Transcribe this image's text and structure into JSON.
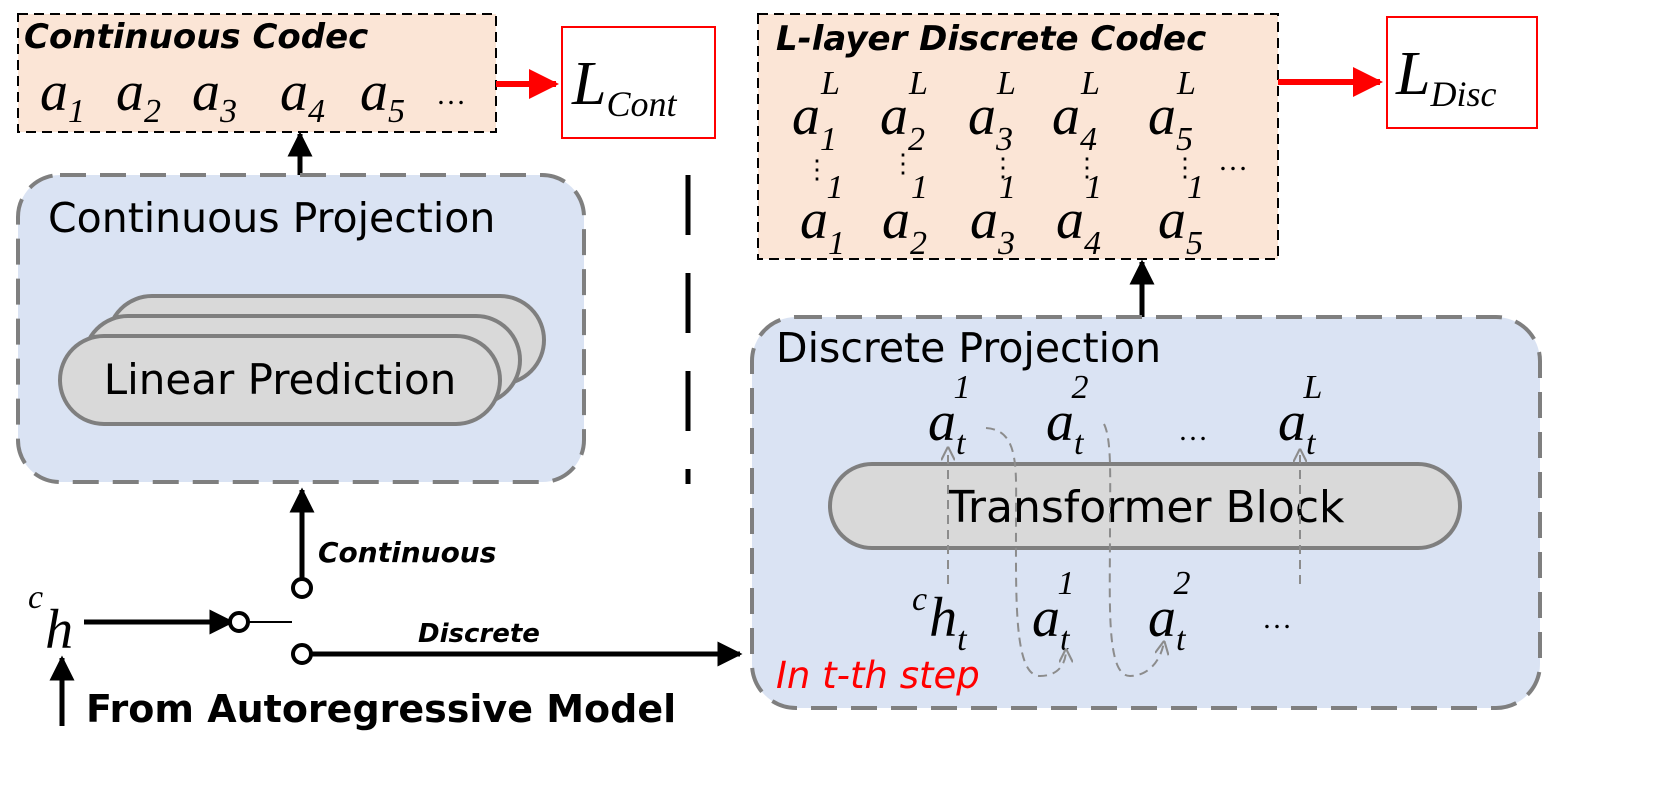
{
  "continuous_codec": {
    "title": "Continuous Codec",
    "tokens": [
      {
        "base": "a",
        "sub": "1"
      },
      {
        "base": "a",
        "sub": "2"
      },
      {
        "base": "a",
        "sub": "3"
      },
      {
        "base": "a",
        "sub": "4"
      },
      {
        "base": "a",
        "sub": "5"
      }
    ],
    "ellipsis": "…"
  },
  "loss_cont": {
    "base": "L",
    "sub": "Cont"
  },
  "discrete_codec": {
    "title": "L-layer Discrete Codec",
    "top_row": [
      {
        "base": "a",
        "sub": "1",
        "sup": "L"
      },
      {
        "base": "a",
        "sub": "2",
        "sup": "L"
      },
      {
        "base": "a",
        "sub": "3",
        "sup": "L"
      },
      {
        "base": "a",
        "sub": "4",
        "sup": "L"
      },
      {
        "base": "a",
        "sub": "5",
        "sup": "L"
      }
    ],
    "bottom_row": [
      {
        "base": "a",
        "sub": "1",
        "sup": "1"
      },
      {
        "base": "a",
        "sub": "2",
        "sup": "1"
      },
      {
        "base": "a",
        "sub": "3",
        "sup": "1"
      },
      {
        "base": "a",
        "sub": "4",
        "sup": "1"
      },
      {
        "base": "a",
        "sub": "5",
        "sup": "1"
      }
    ],
    "vdots": "⋮",
    "ellipsis": "…"
  },
  "loss_disc": {
    "base": "L",
    "sub": "Disc"
  },
  "continuous_projection": {
    "title": "Continuous Projection",
    "block": "Linear Prediction"
  },
  "discrete_projection": {
    "title": "Discrete Projection",
    "outputs": [
      {
        "base": "a",
        "sub": "t",
        "sup": "1"
      },
      {
        "base": "a",
        "sub": "t",
        "sup": "2"
      },
      {
        "base": "…"
      },
      {
        "base": "a",
        "sub": "t",
        "sup": "L"
      }
    ],
    "block": "Transformer Block",
    "inputs": [
      {
        "base": "h",
        "sub": "t",
        "presup": "c"
      },
      {
        "base": "a",
        "sub": "t",
        "sup": "1"
      },
      {
        "base": "a",
        "sub": "t",
        "sup": "2"
      },
      {
        "base": "…"
      }
    ],
    "step_note": "In t-th step"
  },
  "switch": {
    "input": {
      "base": "h",
      "presup": "c"
    },
    "continuous_label": "Continuous",
    "discrete_label": "Discrete"
  },
  "source_label": "From Autoregressive Model",
  "colors": {
    "codec_fill": "#fbe5d6",
    "projection_fill": "#dae3f3",
    "block_fill": "#d9d9d9",
    "loss_arrow": "#ff0000",
    "note_text": "#ff0000"
  }
}
